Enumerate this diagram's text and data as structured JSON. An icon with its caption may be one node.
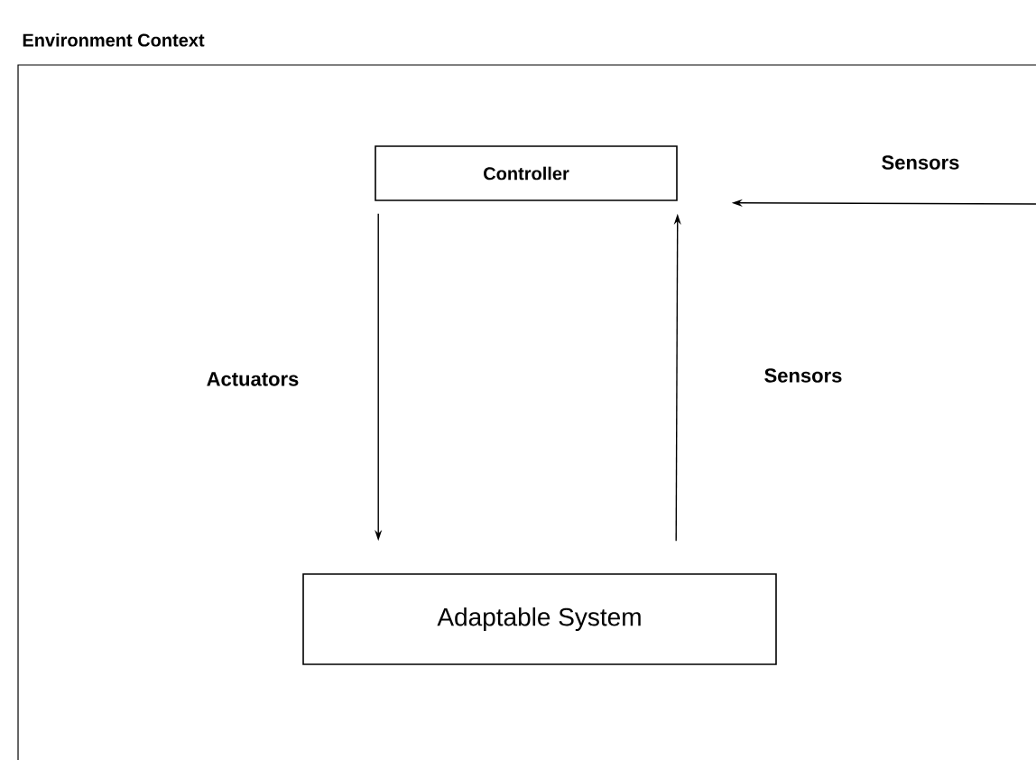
{
  "diagram": {
    "nodes": [
      {
        "text": [
          "Environment Context"
        ]
      },
      {
        "text": [
          "Controller"
        ],
        "in": 0
      },
      {
        "text": [
          "Adaptable System"
        ],
        "in": 0
      }
    ],
    "edges": [
      {
        "from": 1,
        "to": 2,
        "arrow": "to",
        "label": "Actuators"
      },
      {
        "from": 2,
        "to": 1,
        "arrow": "to",
        "label": "Sensors"
      },
      {
        "from": null,
        "to": 1,
        "arrow": "to",
        "label": "Sensors"
      }
    ]
  }
}
